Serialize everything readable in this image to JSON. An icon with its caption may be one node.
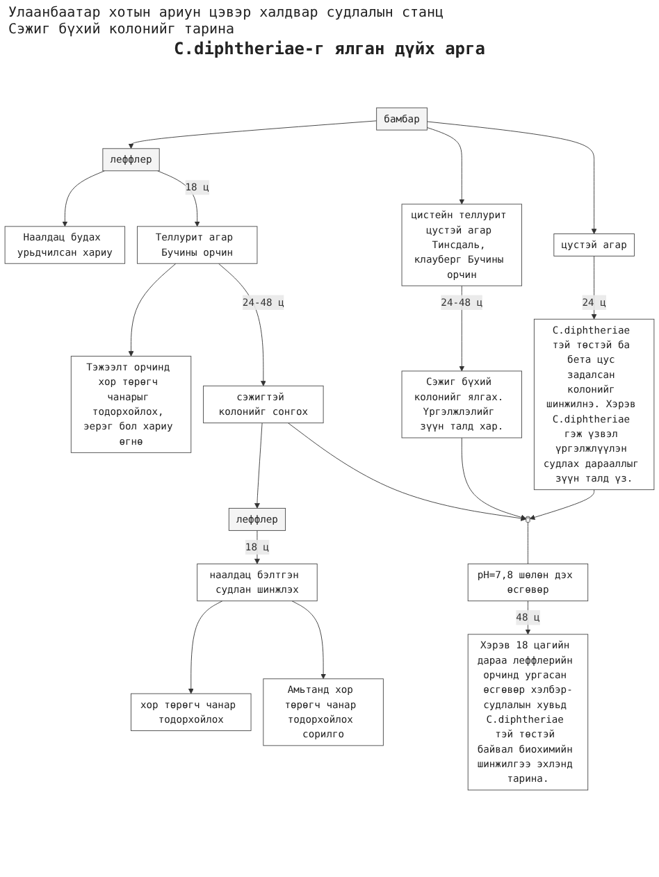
{
  "diagram": {
    "title": "C.diphtheriae-г ялган дүйх арга",
    "nodes": [
      {
        "text": [
          "бамбар"
        ]
      },
      {
        "text": [
          "Наалдац будах урьдчилсан хариу"
        ]
      },
      {
        "text": [
          "леффлер"
        ]
      },
      {
        "text": [
          "цистейн теллурит цустэй агар Тинсдаль, клауберг Бучины орчин"
        ]
      },
      {
        "text": [
          "цустэй агар"
        ]
      },
      {
        "text": [
          "Теллурит агар Бучины орчин"
        ]
      },
      {
        "text": [
          "Сэжиг бүхий колонийг ялгах. Үргэлжлэлийг зүүн талд хар."
        ]
      },
      {
        "text": [
          "C.diphtheriae тэй төстэй ба бета цус задалсан колонийг шинжилнэ. Хэрэв C.diphtheriae гэж үзвэл үргэлжлүүлэн судлах дарааллыг зүүн талд үз."
        ]
      },
      {
        "text": [
          "Тэжээлт орчинд хор төрөгч чанарыг тодорхойлох, эерэг бол хариу өгнө"
        ]
      },
      {
        "text": [
          "сэжигтэй колонийг сонгох"
        ]
      },
      {
        "text": [
          "леффлер"
        ]
      },
      {
        "text": [],
        "shape": "cylinder"
      },
      {
        "text": [
          "наалдац бэлтгэн судлан шинжлэх"
        ]
      },
      {
        "text": [
          "pH=7,8 шөлөн дэх өсгөвөр"
        ]
      },
      {
        "text": [
          "хор төрөгч чанар тодорхойлох"
        ]
      },
      {
        "text": [
          "Амьтанд хор төрөгч чанар тодорхойлох сорилго"
        ]
      },
      {
        "text": [
          "Хэрэв 18 цагийн дараа леффлерийн орчинд ургасан өсгөвөр хэлбэр-судлалын хувьд C.diphtheriae тэй төстэй байвал биохимийн шинжилгээ эхлэнд тарина."
        ]
      }
    ],
    "edges": [
      {
        "from": 0,
        "to": 2,
        "arrow": "to"
      },
      {
        "from": 0,
        "to": 3,
        "arrow": "to"
      },
      {
        "from": 0,
        "to": 4,
        "arrow": "to"
      },
      {
        "from": 2,
        "to": 1,
        "arrow": "to"
      },
      {
        "from": 2,
        "to": 5,
        "label": "18 ц",
        "arrow": "to"
      },
      {
        "from": 3,
        "to": 6,
        "label": "24-48 ц",
        "arrow": "to"
      },
      {
        "from": 4,
        "to": 7,
        "label": "24 ц",
        "arrow": "to"
      },
      {
        "from": 5,
        "to": 8,
        "arrow": "to"
      },
      {
        "from": 5,
        "to": 9,
        "label": "24-48 ц",
        "arrow": "to"
      },
      {
        "from": 9,
        "to": 10,
        "arrow": "to"
      },
      {
        "from": 9,
        "to": 11,
        "arrow": "to"
      },
      {
        "from": 6,
        "to": 11,
        "arrow": "to"
      },
      {
        "from": 7,
        "to": 11,
        "arrow": "to"
      },
      {
        "from": 10,
        "to": 12,
        "label": "18 ц",
        "arrow": "to"
      },
      {
        "from": 11,
        "to": 13,
        "arrow": "none"
      },
      {
        "from": 12,
        "to": 14,
        "arrow": "to"
      },
      {
        "from": 12,
        "to": 15,
        "arrow": "to"
      },
      {
        "from": 13,
        "to": 16,
        "label": "48 ц",
        "arrow": "to"
      }
    ],
    "labels": [
      "Улаанбаатар хотын ариун цэвэр халдвар судлалын станц",
      "Сэжиг бүхий колонийг тарина"
    ]
  }
}
